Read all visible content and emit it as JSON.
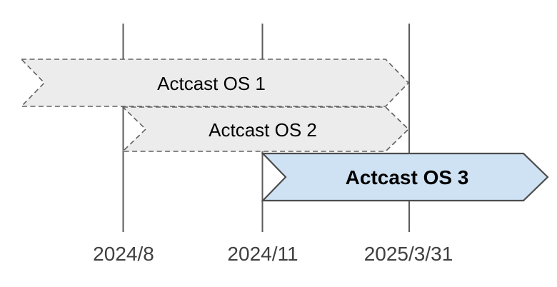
{
  "diagram": {
    "type": "release-timeline-roadmap",
    "timeline": {
      "dates": [
        "2024/8",
        "2024/11",
        "2025/3/31"
      ]
    },
    "banners": [
      {
        "label": "Actcast OS 1",
        "outline": "dashed",
        "fill_style": "gray",
        "start_line": null,
        "end_line": "2025/3/31"
      },
      {
        "label": "Actcast OS 2",
        "outline": "dashed",
        "fill_style": "gray",
        "start_line": "2024/8",
        "end_line": "2025/3/31"
      },
      {
        "label": "Actcast OS 3",
        "outline": "solid",
        "fill_style": "blue",
        "start_line": "2024/11",
        "end_line": null
      }
    ]
  },
  "colors": {
    "background": "#ffffff",
    "gridline": "#5b5b5b",
    "banner_gray_fill": "#ececec",
    "banner_dashed_stroke": "#616161",
    "banner_blue_fill": "#cfe2f3",
    "banner_blue_stroke": "#4d4d4d",
    "banner_label_text": "#000000",
    "date_label_text": "#404040"
  }
}
